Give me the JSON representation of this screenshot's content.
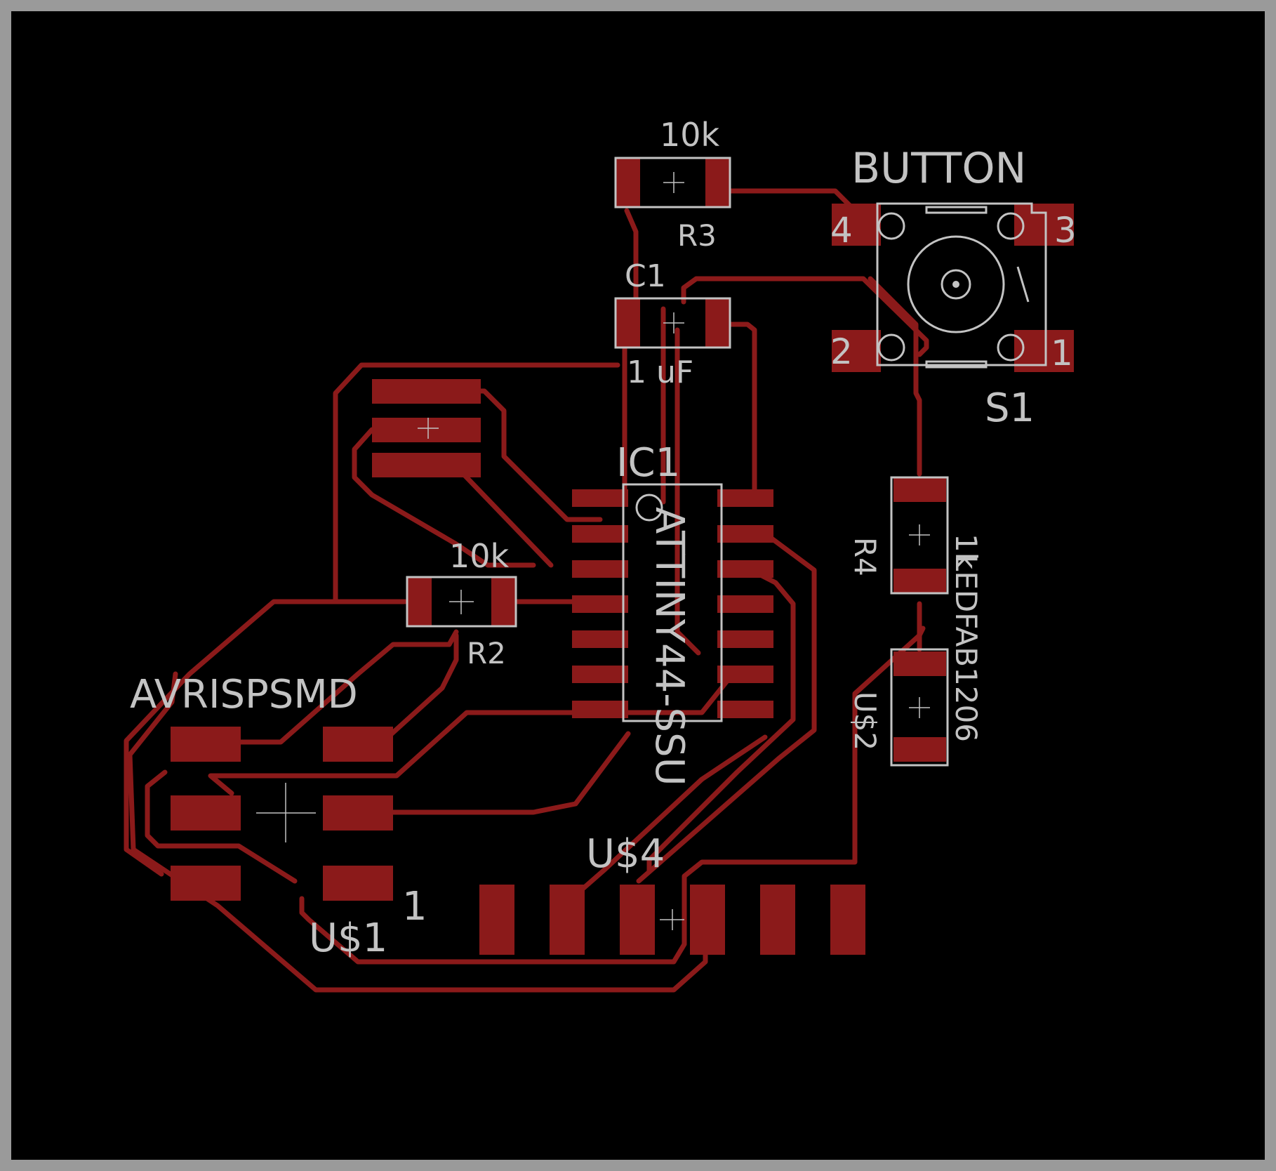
{
  "colors": {
    "background": "#000000",
    "frame": "#9a9a9a",
    "copper": "#8b1a1a",
    "silkscreen": "#c3c3c3"
  },
  "labels": {
    "r3_value": "10k",
    "r3_name": "R3",
    "button_value": "BUTTON",
    "s1_name": "S1",
    "pin4": "4",
    "pin3": "3",
    "pin2": "2",
    "pin1": "1",
    "c1_name": "C1",
    "c1_value": "1 uF",
    "ic1_name": "IC1",
    "ic1_value": "ATTINY44-SSU",
    "r2_value": "10k",
    "r2_name": "R2",
    "r4_name": "R4",
    "r4_value": "1k",
    "u2_name": "U$2",
    "u2_value": "LEDFAB1206",
    "isp_value": "AVRISPSMD",
    "u1_name": "U$1",
    "u1_pin1": "1",
    "u4_name": "U$4"
  }
}
